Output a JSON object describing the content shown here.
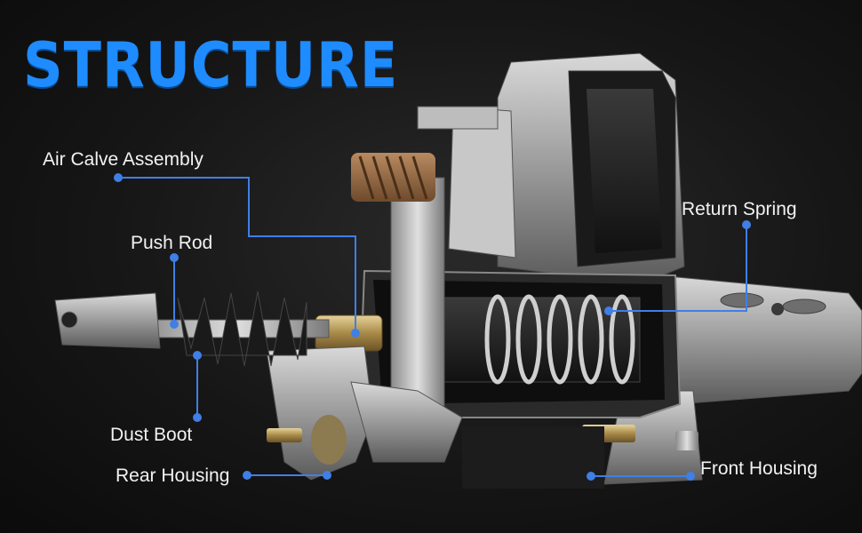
{
  "title": "STRUCTURE",
  "labels": {
    "air_valve": "Air Calve Assembly",
    "push_rod": "Push Rod",
    "dust_boot": "Dust Boot",
    "rear_housing": "Rear Housing",
    "return_spring": "Return Spring",
    "front_housing": "Front Housing"
  },
  "colors": {
    "accent": "#1e8cff",
    "leader_line": "#3f7fe6",
    "background": "#141414"
  }
}
